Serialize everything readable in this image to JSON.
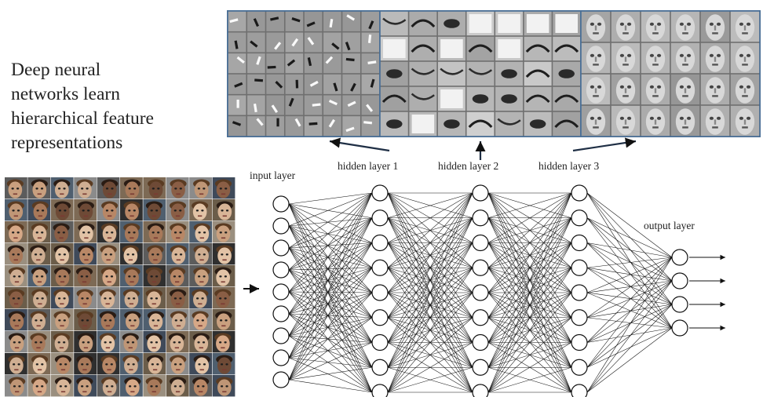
{
  "headline": [
    "Deep neural",
    "networks learn",
    "hierarchical feature",
    "representations"
  ],
  "labels": {
    "input": "input layer",
    "hidden1": "hidden layer 1",
    "hidden2": "hidden layer 2",
    "hidden3": "hidden layer 3",
    "output": "output layer"
  },
  "network": {
    "layer_sizes": [
      9,
      9,
      9,
      9,
      4
    ],
    "output_arrows": 4
  },
  "face_grid": {
    "rows": 10,
    "cols": 10
  },
  "filter_panels": [
    {
      "name": "edge-filters",
      "rows": 6,
      "cols": 8,
      "kind": "edges"
    },
    {
      "name": "part-filters",
      "rows": 5,
      "cols": 7,
      "kind": "parts"
    },
    {
      "name": "face-filters",
      "rows": 4,
      "cols": 6,
      "kind": "faces"
    }
  ],
  "colors": {
    "text": "#222222",
    "panel_border": "#4a6f96",
    "filter_bg": "#9e9e9e",
    "line": "#111111"
  }
}
